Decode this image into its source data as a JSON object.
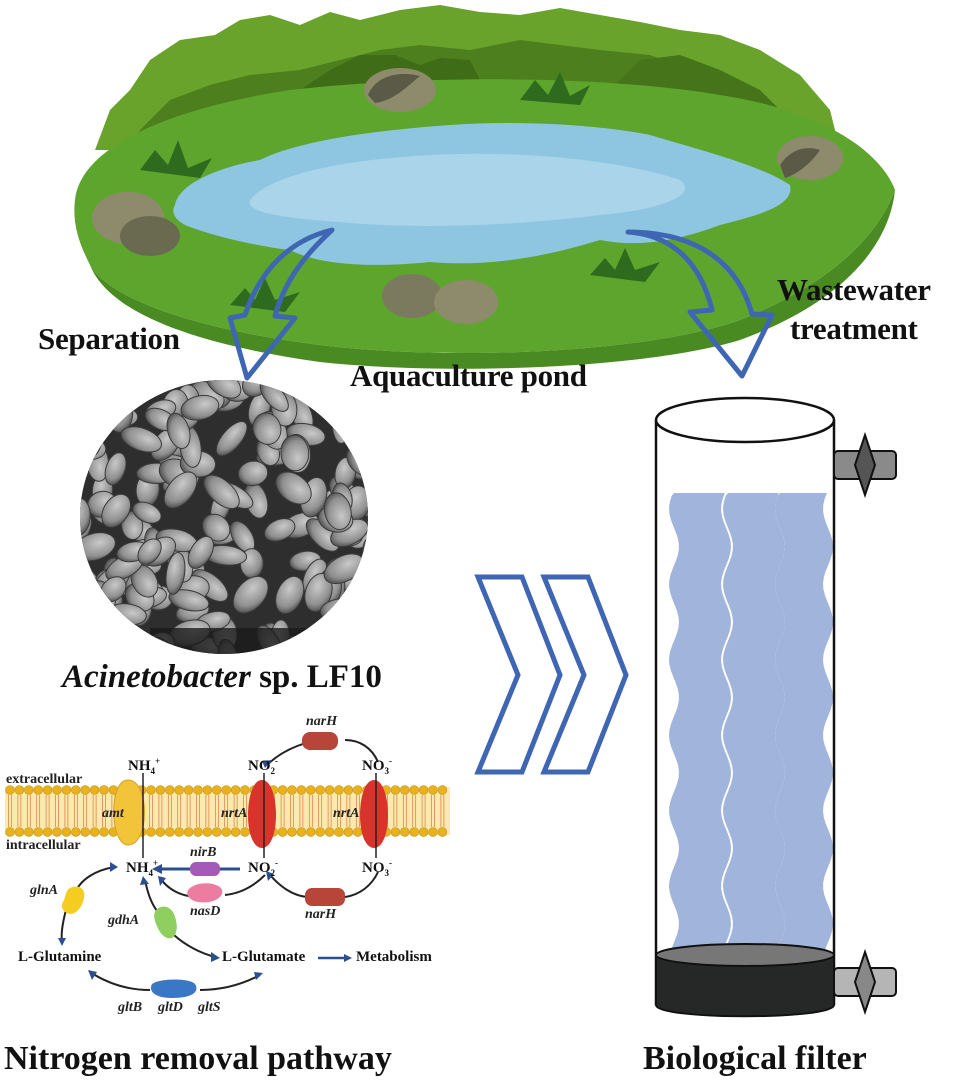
{
  "figure": {
    "labels": {
      "separation": "Separation",
      "aquaculture_pond": "Aquaculture pond",
      "wastewater_line1": "Wastewater",
      "wastewater_line2": "treatment",
      "strain_genus": "Acinetobacter",
      "strain_rest": " sp. LF10",
      "nitrogen_pathway": "Nitrogen removal pathway",
      "biological_filter": "Biological filter"
    },
    "membrane": {
      "extracellular": "extracellular",
      "intracellular": "intracellular"
    },
    "species": {
      "nh4_base": "NH",
      "nh4_sub": "4",
      "nh4_sup": "+",
      "no2_base": "NO",
      "no2_sub": "2",
      "no2_sup": "-",
      "no3_base": "NO",
      "no3_sub": "3",
      "no3_sup": "-",
      "l_glutamine": "L-Glutamine",
      "l_glutamate": "L-Glutamate",
      "metabolism": "Metabolism"
    },
    "genes": {
      "amt": "amt",
      "nrtA_1": "nrtA",
      "nrtA_2": "nrtA",
      "narH_top": "narH",
      "narH_bottom": "narH",
      "nirB": "nirB",
      "nasD": "nasD",
      "glnA": "glnA",
      "gdhA": "gdhA",
      "gltB": "gltB",
      "gltD": "gltD",
      "gltS": "gltS"
    },
    "colors": {
      "arrow_blue": "#3f66b3",
      "pathway_arrow": "#2c4f8f",
      "water": "#8ec6e2",
      "grass": "#5ea52e",
      "filter_media": "#a1b4dc",
      "membrane_head": "#e8b21f",
      "amt": "#f2c43a",
      "nrtA": "#d8342c",
      "narH": "#b8453a",
      "nirB": "#a45ab8",
      "nasD": "#ec7ca0",
      "glnA": "#f5cc20",
      "gdhA": "#8fcf5f",
      "glt": "#3a78c6",
      "filter_base": "#262828"
    }
  }
}
